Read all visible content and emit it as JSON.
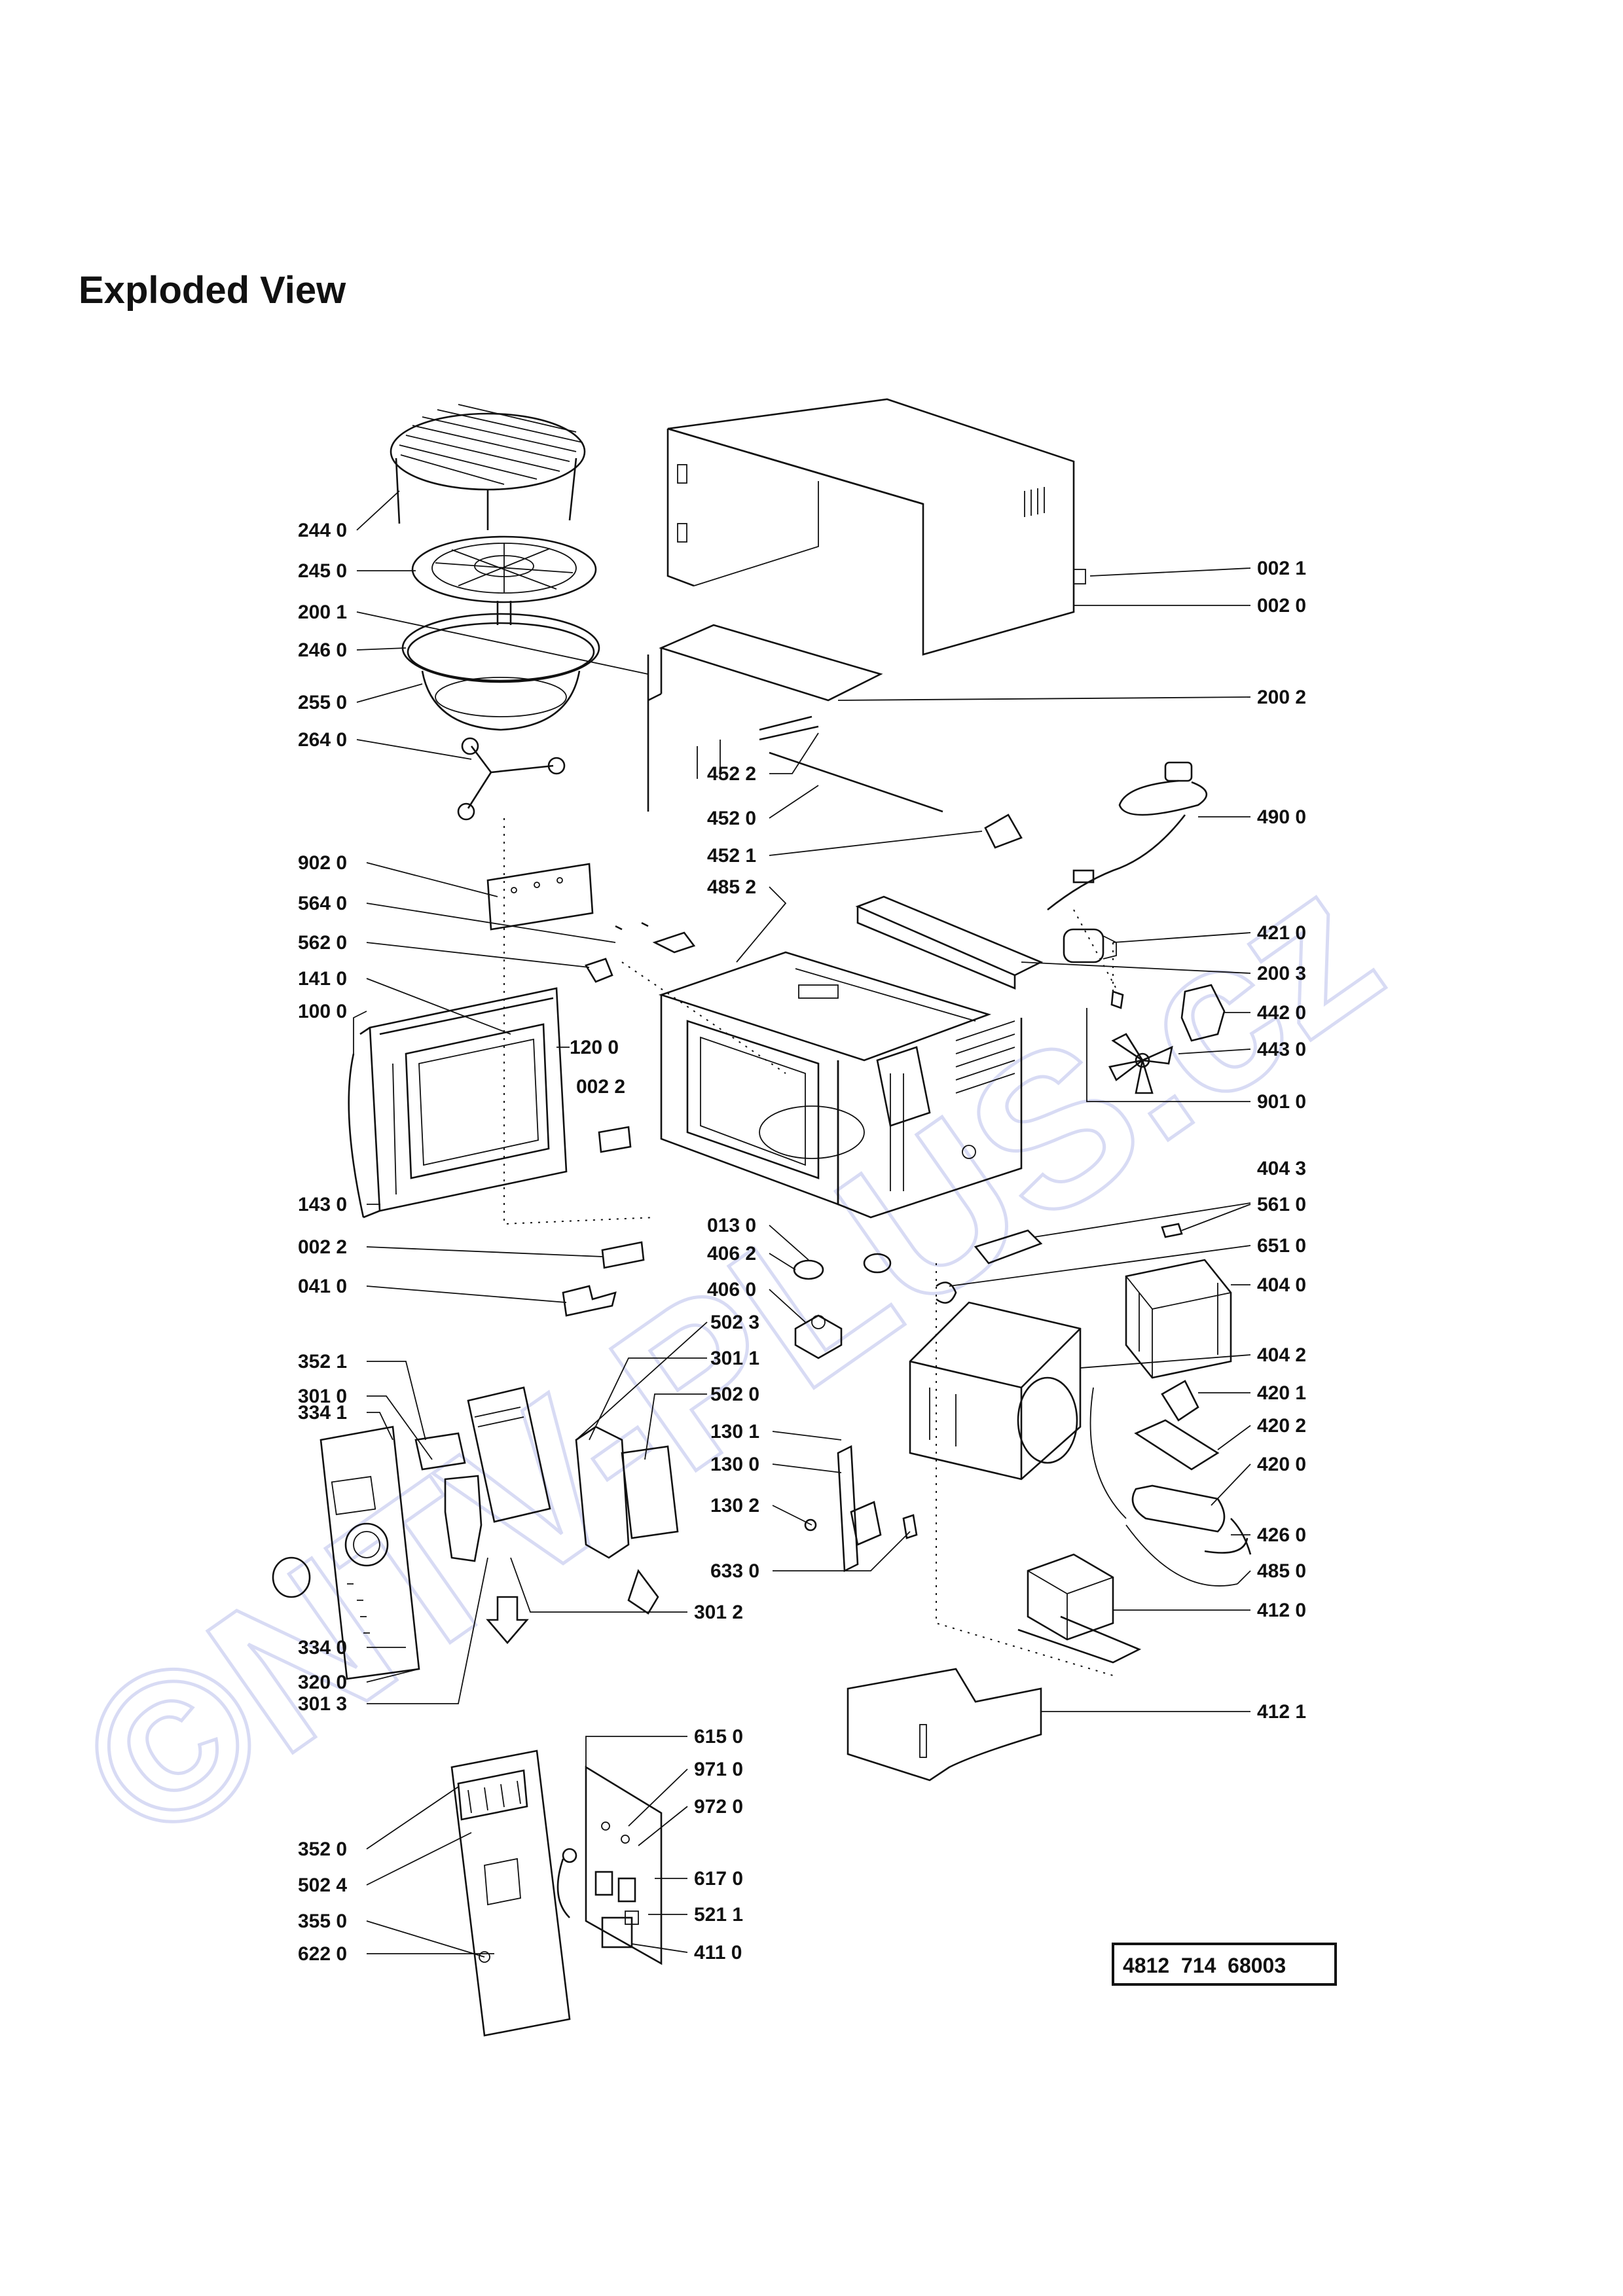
{
  "page": {
    "title": "Exploded View",
    "watermark": "©NTV-PLUS.cz",
    "document_number": "4812  714  68003"
  },
  "labels": {
    "p2440": "244 0",
    "p2450": "245 0",
    "p2001": "200 1",
    "p2460": "246 0",
    "p2550": "255 0",
    "p2640": "264 0",
    "p9020": "902 0",
    "p5640": "564 0",
    "p5620": "562 0",
    "p1410": "141 0",
    "p1000": "100 0",
    "p1200": "120 0",
    "p0022a": "002 2",
    "p1430": "143 0",
    "p0022b": "002 2",
    "p0410": "041 0",
    "p3521": "352 1",
    "p3010": "301 0",
    "p3341": "334 1",
    "p3340": "334 0",
    "p3200": "320 0",
    "p3013": "301 3",
    "p3012": "301 2",
    "p4522": "452 2",
    "p4520": "452 0",
    "p4521": "452 1",
    "p4852": "485 2",
    "p0130": "013 0",
    "p4062": "406 2",
    "p4060": "406 0",
    "p5023": "502 3",
    "p3011": "301 1",
    "p5020": "502 0",
    "p1301": "130 1",
    "p1300": "130 0",
    "p1302": "130 2",
    "p6330": "633 0",
    "p0021": "002 1",
    "p0020": "002 0",
    "p2002": "200 2",
    "p4900": "490 0",
    "p4210": "421 0",
    "p2003": "200 3",
    "p4420": "442 0",
    "p4430": "443 0",
    "p9010": "901 0",
    "p4043": "404 3",
    "p5610": "561 0",
    "p6510": "651 0",
    "p4040": "404 0",
    "p4042": "404 2",
    "p4201": "420 1",
    "p4202": "420 2",
    "p4200": "420 0",
    "p4260": "426 0",
    "p4850": "485 0",
    "p4120": "412 0",
    "p4121": "412 1",
    "p6150": "615 0",
    "p9710": "971 0",
    "p9720": "972 0",
    "p6170": "617 0",
    "p5211": "521 1",
    "p4110": "411 0",
    "p3520": "352 0",
    "p5024": "502 4",
    "p3550": "355 0",
    "p6220": "622 0"
  }
}
